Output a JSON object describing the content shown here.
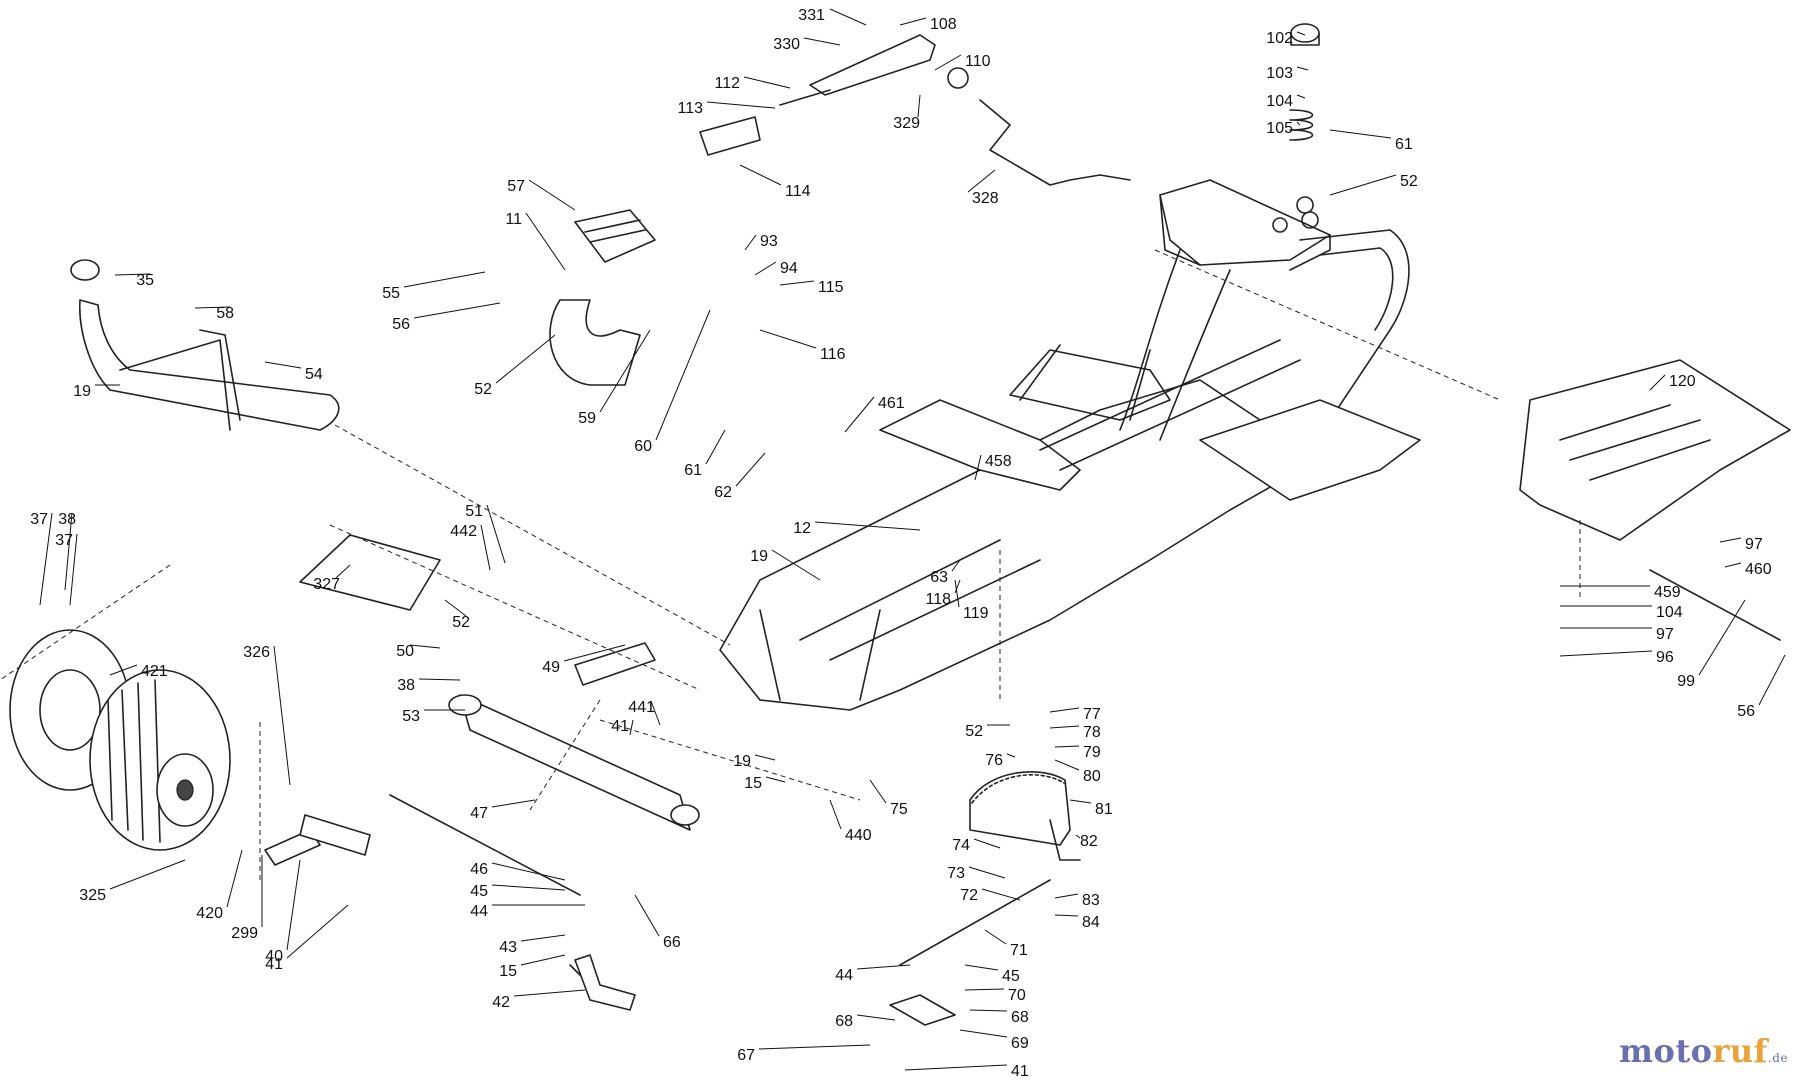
{
  "diagram": {
    "callouts": [
      "331",
      "108",
      "330",
      "110",
      "112",
      "113",
      "329",
      "114",
      "328",
      "102",
      "103",
      "104",
      "105",
      "61",
      "52",
      "57",
      "11",
      "93",
      "94",
      "115",
      "116",
      "35",
      "55",
      "56",
      "58",
      "54",
      "52",
      "59",
      "60",
      "61",
      "62",
      "19",
      "461",
      "120",
      "458",
      "12",
      "63",
      "118",
      "119",
      "19",
      "327",
      "442",
      "51",
      "52",
      "50",
      "38",
      "49",
      "441",
      "41",
      "53",
      "326",
      "37",
      "38",
      "37",
      "421",
      "47",
      "19",
      "15",
      "75",
      "440",
      "52",
      "77",
      "78",
      "79",
      "76",
      "80",
      "81",
      "82",
      "74",
      "73",
      "72",
      "83",
      "84",
      "97",
      "460",
      "459",
      "104",
      "97",
      "96",
      "99",
      "56",
      "325",
      "420",
      "299",
      "40",
      "41",
      "46",
      "45",
      "44",
      "43",
      "15",
      "42",
      "66",
      "71",
      "44",
      "45",
      "70",
      "68",
      "68",
      "69",
      "67",
      "41"
    ]
  },
  "watermark": {
    "main": "moto",
    "accent": "ruf",
    "tld": ".de"
  }
}
